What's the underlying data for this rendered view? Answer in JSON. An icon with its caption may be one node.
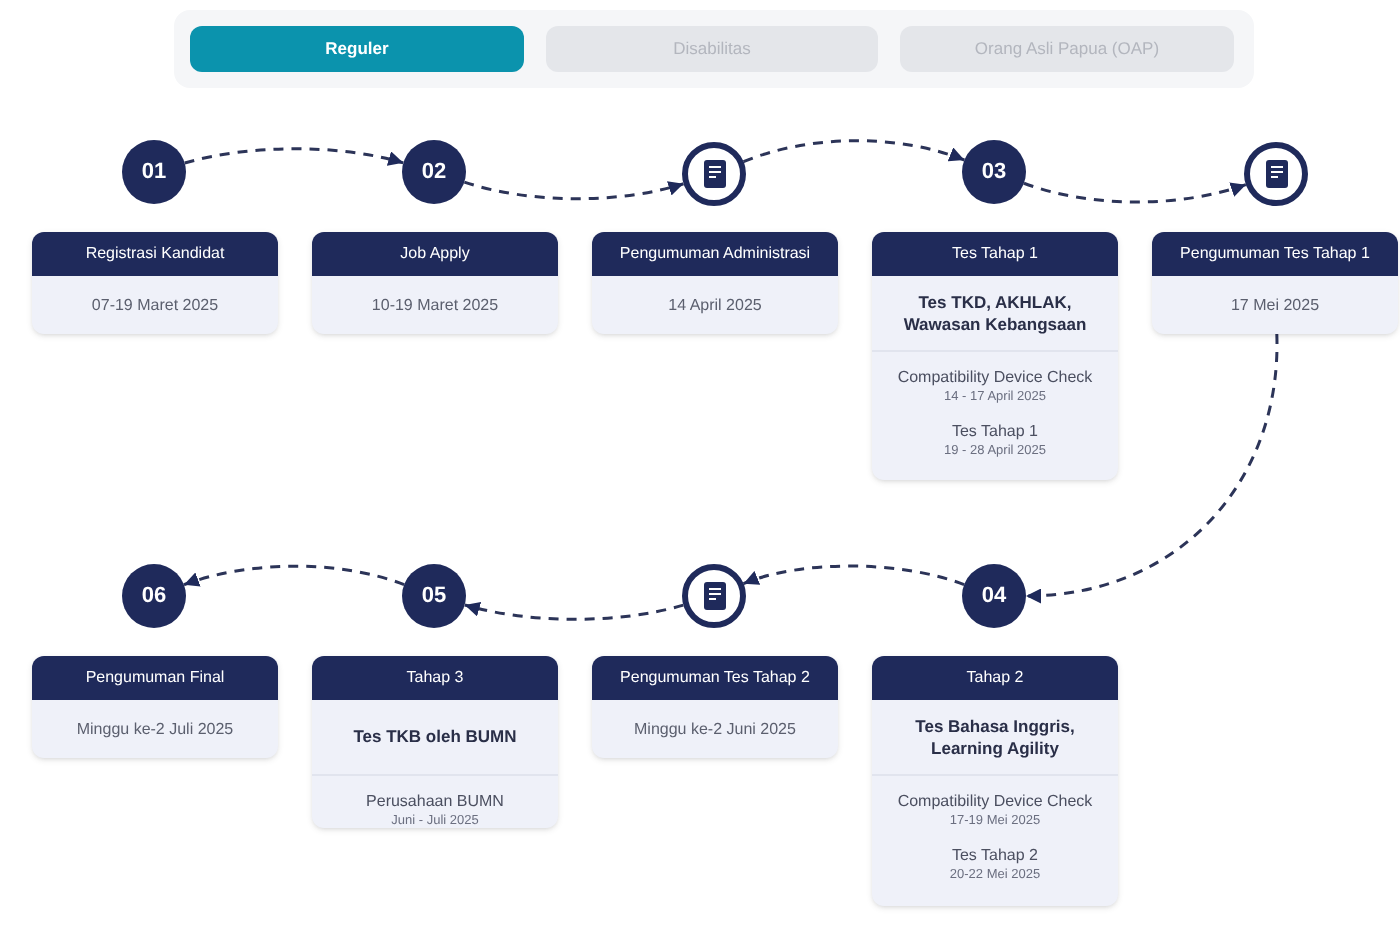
{
  "diagram": {
    "nodes": [
      {
        "text": [],
        "shape": "box"
      },
      {
        "text": [
          "Reguler"
        ],
        "in": 0
      },
      {
        "text": [
          "Disabilitas"
        ],
        "in": 0
      },
      {
        "text": [
          "Orang Asli Papua (OAP)"
        ],
        "in": 0
      },
      {
        "text": [
          "01"
        ]
      },
      {
        "text": [
          "02"
        ]
      },
      {
        "text": [],
        "shape": "circle"
      },
      {
        "text": [
          "03"
        ]
      },
      {
        "text": [],
        "shape": "circle"
      },
      {
        "text": [
          "Registrasi Kandidat",
          "07-19 Maret 2025"
        ]
      },
      {
        "text": [
          "Job Apply",
          "10-19 Maret 2025"
        ]
      },
      {
        "text": [
          "Pengumuman Administrasi",
          "14 April 2025"
        ]
      },
      {
        "text": [
          "Tes Tahap 1",
          "Tes TKD, AKHLAK, Wawasan Kebangsaan",
          "Compatibility Device Check",
          "14 - 17 April 2025",
          "Tes Tahap 1",
          "19 - 28 April 2025"
        ]
      },
      {
        "text": [
          "Pengumuman Tes Tahap 1",
          "17 Mei 2025"
        ]
      },
      {
        "text": [
          "06"
        ]
      },
      {
        "text": [
          "05"
        ]
      },
      {
        "text": [],
        "shape": "circle"
      },
      {
        "text": [
          "04"
        ]
      },
      {
        "text": [
          "Pengumuman Final",
          "Minggu ke-2 Juli 2025"
        ]
      },
      {
        "text": [
          "Tahap 3",
          "Tes TKB oleh BUMN",
          "Perusahaan BUMN",
          "Juni - Juli 2025"
        ]
      },
      {
        "text": [
          "Pengumuman Tes Tahap 2",
          "Minggu ke-2 Juni 2025"
        ]
      },
      {
        "text": [
          "Tahap 2",
          "Tes Bahasa Inggris, Learning Agility",
          "Compatibility Device Check",
          "17-19 Mei 2025",
          "Tes Tahap 2",
          "20-22 Mei 2025"
        ]
      }
    ],
    "edges": [
      {
        "from": 4,
        "to": 5,
        "arrow": "to",
        "style": "dashed"
      },
      {
        "from": 5,
        "to": 6,
        "arrow": "to",
        "style": "dashed"
      },
      {
        "from": 6,
        "to": 7,
        "arrow": "to",
        "style": "dashed"
      },
      {
        "from": 7,
        "to": 8,
        "arrow": "to",
        "style": "dashed"
      },
      {
        "from": 13,
        "to": 17,
        "arrow": "to",
        "style": "dashed"
      },
      {
        "from": 17,
        "to": 16,
        "arrow": "to",
        "style": "dashed"
      },
      {
        "from": 16,
        "to": 15,
        "arrow": "to",
        "style": "dashed"
      },
      {
        "from": 15,
        "to": 14,
        "arrow": "to",
        "style": "dashed"
      }
    ]
  }
}
